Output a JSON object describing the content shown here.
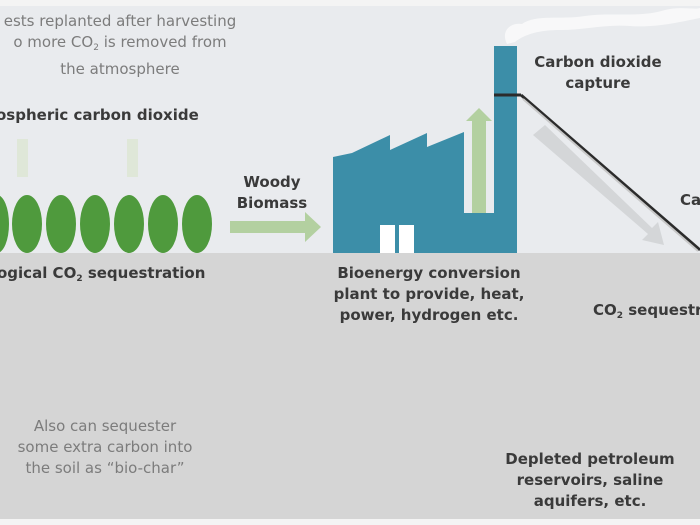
{
  "colors": {
    "sky": "#e9ebee",
    "ground": "#d5d5d5",
    "border": "#f4f4f4",
    "tree_green": "#4f9a3d",
    "arrow_green_light": "#c7dcb9",
    "arrow_green_mid": "#b3d0a0",
    "factory_teal": "#3c8ea8",
    "window_white": "#ffffff",
    "pipe_dark": "#2b2b2b",
    "pipe_gray": "#c8c8c8",
    "smoke": "#fafafa",
    "text_light": "#7c7c7c",
    "text_dark": "#3a3a3a"
  },
  "labels": {
    "forest_note": {
      "line1": "ests replanted after harvesting",
      "line2_pre": "o more CO",
      "line2_sub": "2",
      "line2_post": " is removed from",
      "line3": "the atmosphere"
    },
    "atmospheric_co2": "ospheric carbon dioxide",
    "bio_seq": {
      "pre": "ogical CO",
      "sub": "2",
      "post": " sequestration"
    },
    "woody_biomass": {
      "line1": "Woody",
      "line2": "Biomass"
    },
    "capture": {
      "line1": "Carbon dioxide",
      "line2": "capture"
    },
    "bioenergy": {
      "line1": "Bioenergy conversion",
      "line2": "plant to provide, heat,",
      "line3": "power, hydrogen etc."
    },
    "ca_cut": "Ca",
    "co2_seq_right": {
      "pre": "CO",
      "sub": "2",
      "post": " sequestr"
    },
    "biochar": {
      "line1": "Also can sequester",
      "line2": "some extra carbon into",
      "line3": "the soil as “bio-char”"
    },
    "depleted": {
      "line1": "Depleted petroleum",
      "line2": "reservoirs, saline",
      "line3": "aquifers, etc."
    }
  }
}
